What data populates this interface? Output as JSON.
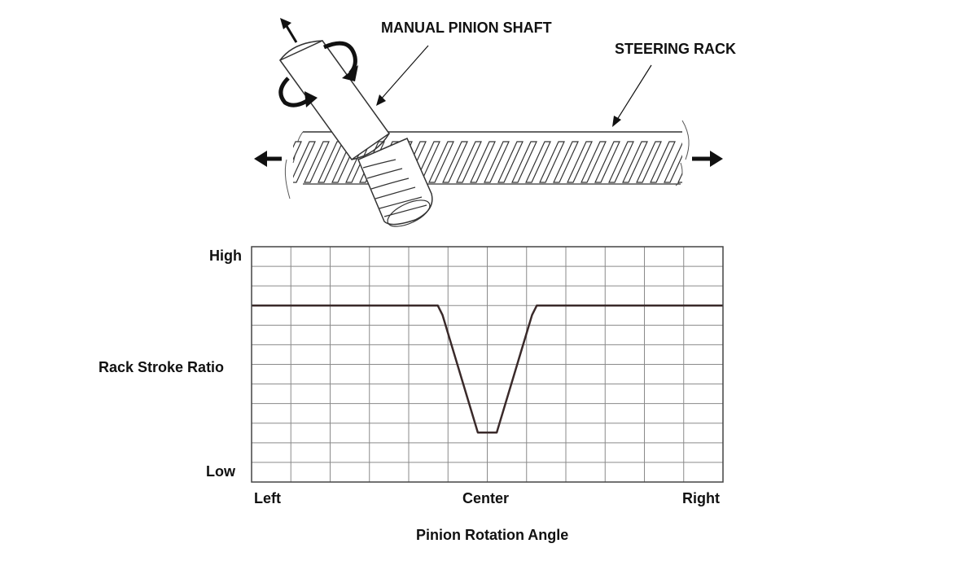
{
  "illustration": {
    "pinion_label": "MANUAL PINION SHAFT",
    "rack_label": "STEERING RACK"
  },
  "chart_data": {
    "type": "line",
    "ylabel": "Rack Stroke Ratio",
    "xlabel": "Pinion Rotation Angle",
    "x_tick_labels": [
      "Left",
      "Center",
      "Right"
    ],
    "y_tick_labels": [
      "Low",
      "High"
    ],
    "xlim": [
      -1,
      1
    ],
    "ylim": [
      0,
      1
    ],
    "grid": true,
    "series": [
      {
        "x": [
          -1,
          -0.21,
          -0.19,
          -0.04,
          0.04,
          0.19,
          0.21,
          1
        ],
        "y": [
          0.75,
          0.75,
          0.71,
          0.21,
          0.21,
          0.71,
          0.75,
          0.75
        ]
      }
    ],
    "line_color": "#3a2a2a"
  }
}
